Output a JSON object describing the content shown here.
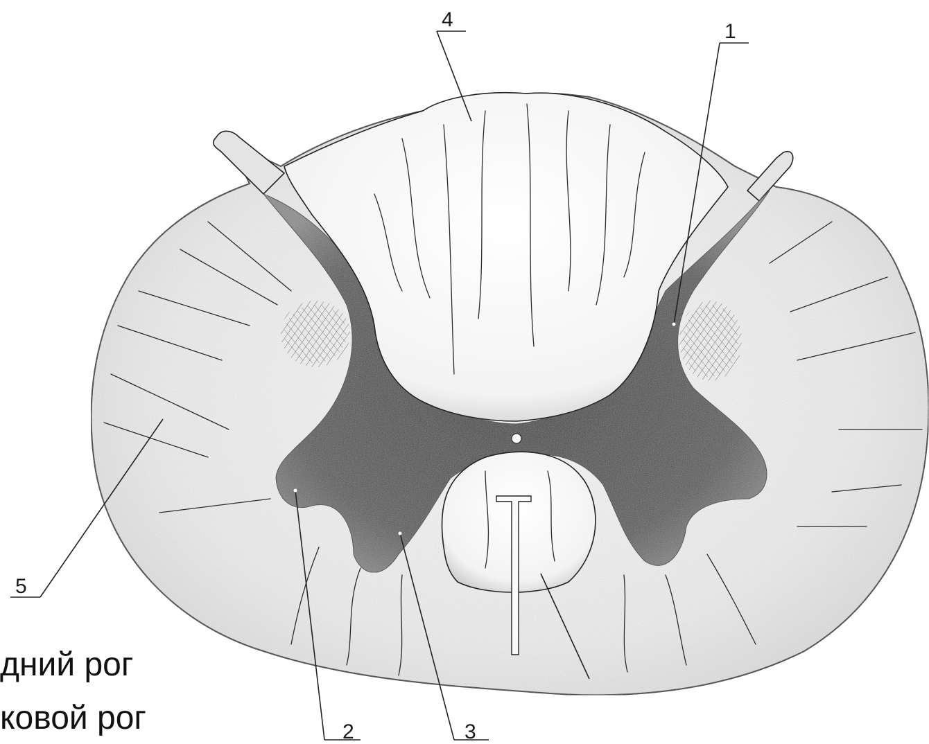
{
  "labels": {
    "n1": "1",
    "n2": "2",
    "n3": "3",
    "n4": "4",
    "n5": "5"
  },
  "caption": {
    "line1": "дний рог",
    "line2": "ковой рог"
  },
  "colors": {
    "white_matter": "#ececec",
    "gray_matter": "#4a4a4a",
    "outline": "#222222",
    "background": "#ffffff"
  }
}
